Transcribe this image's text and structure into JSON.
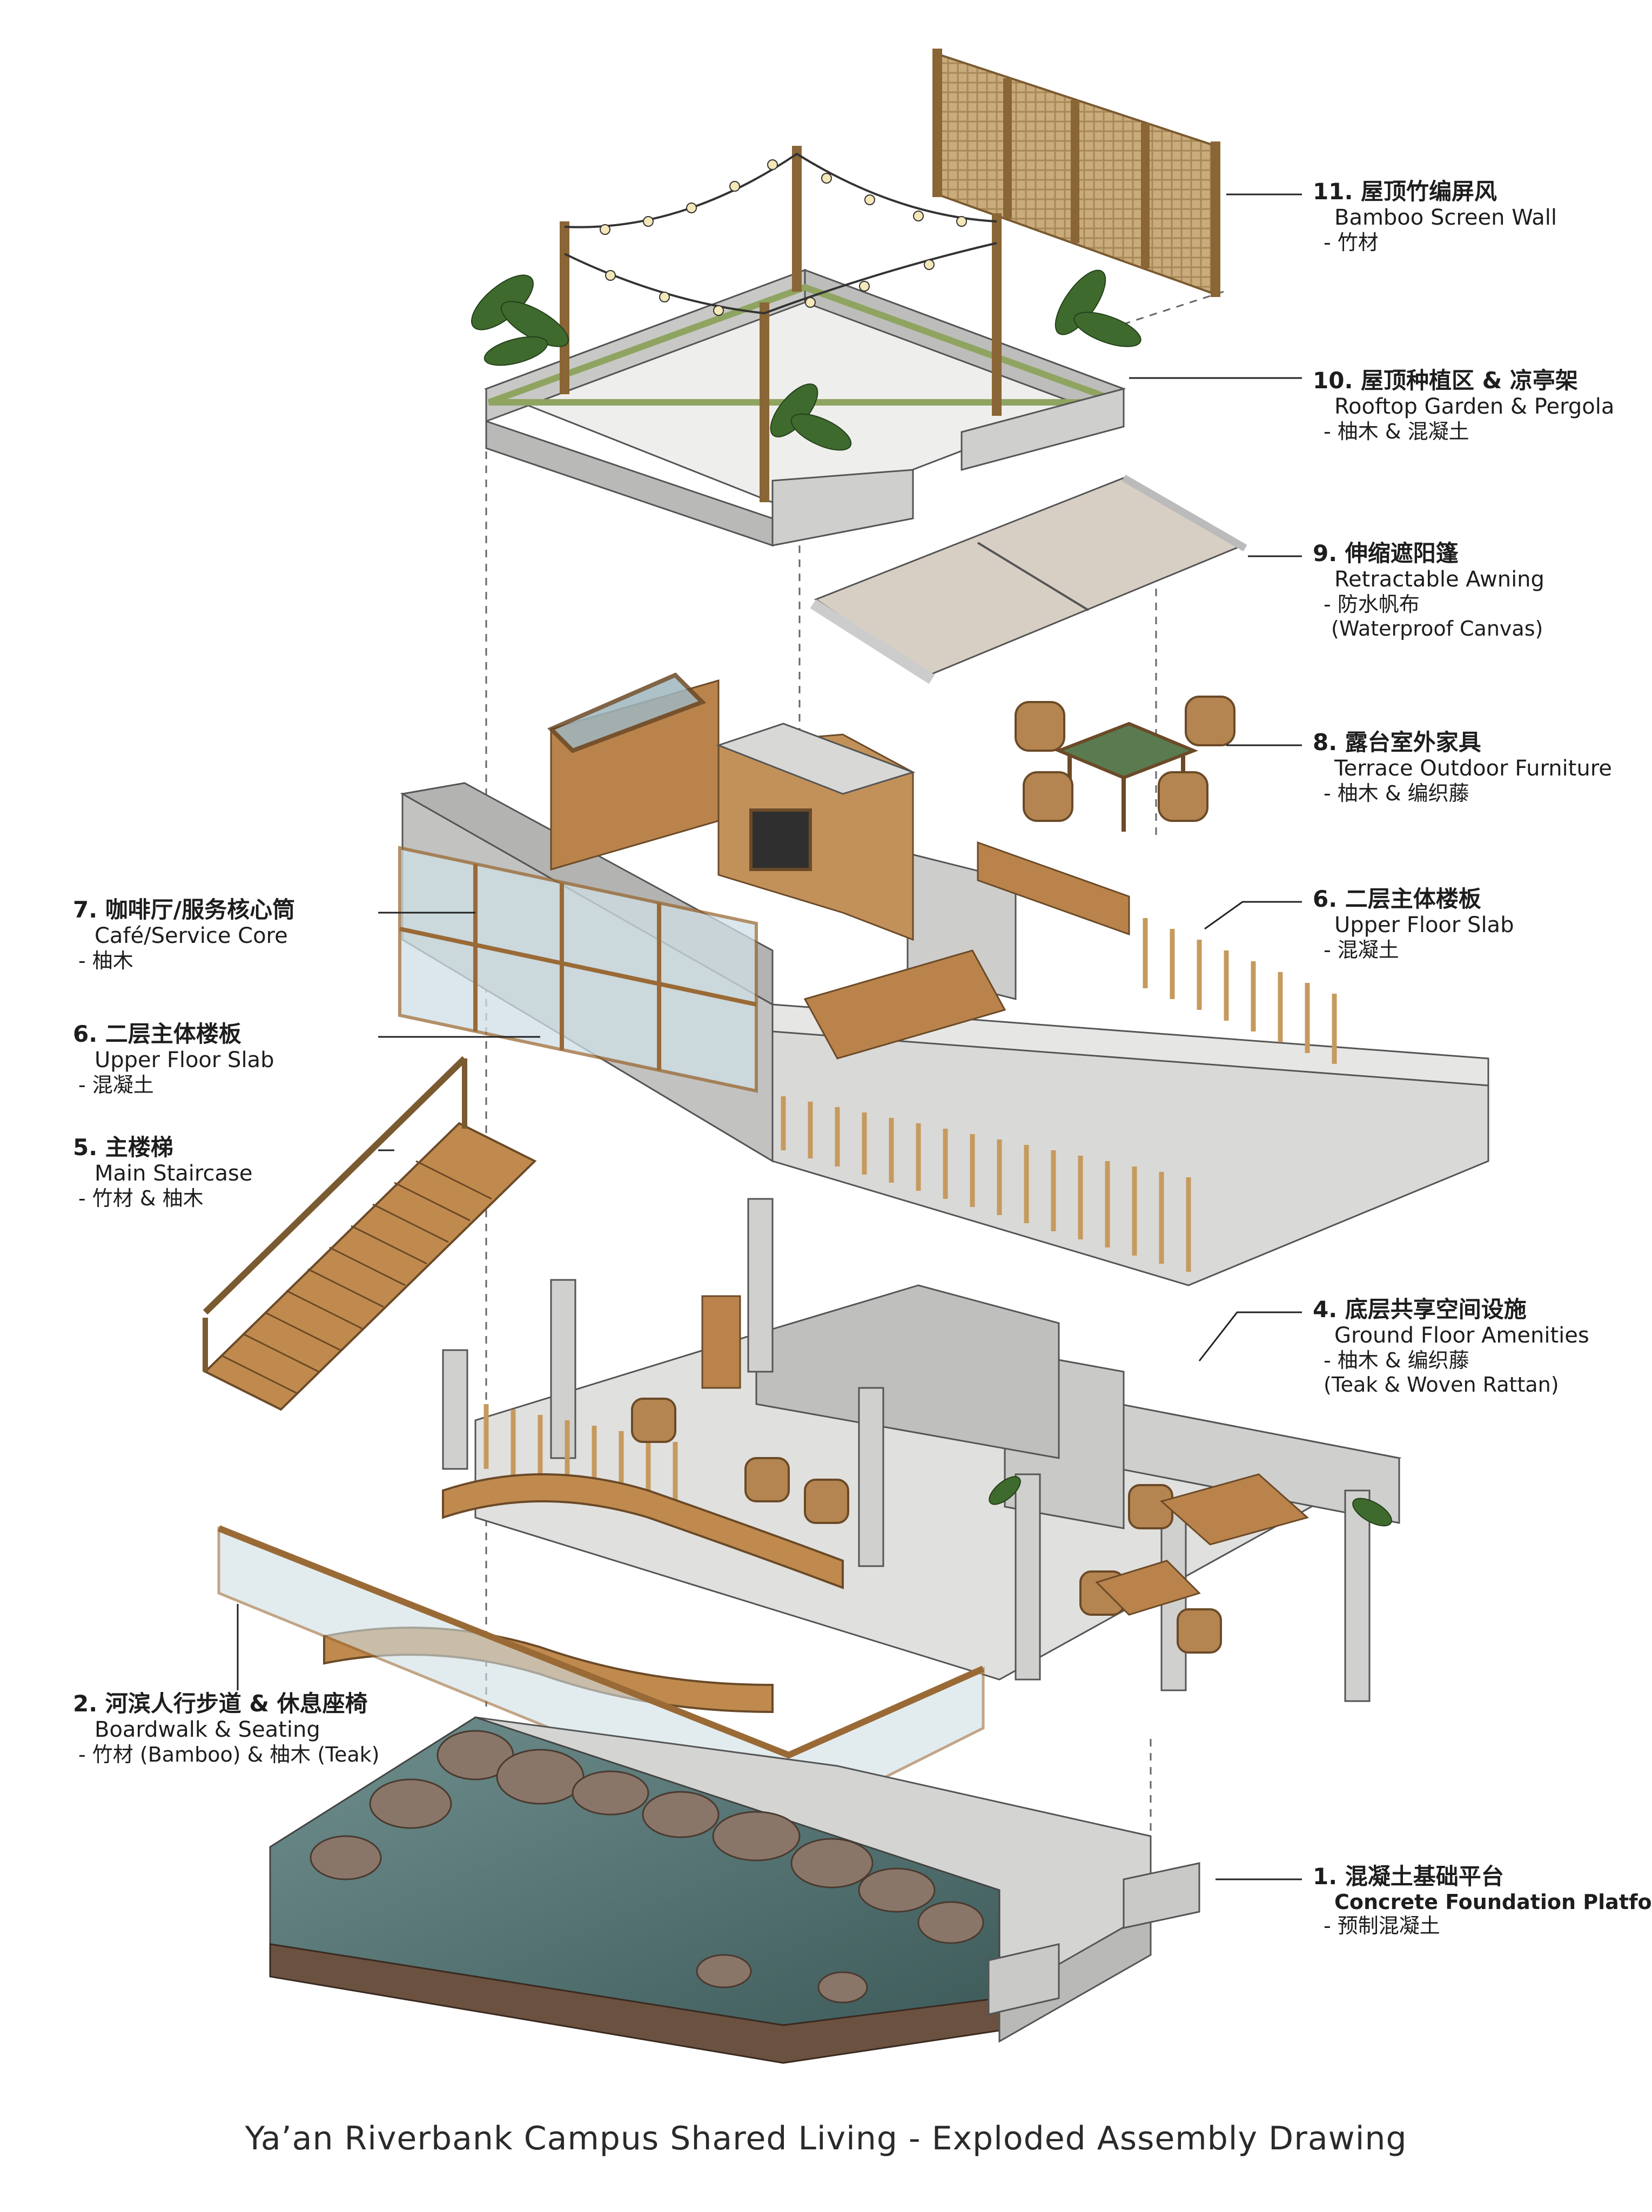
{
  "caption": "Ya’an Riverbank Campus Shared Living - Exploded Assembly Drawing",
  "labels": {
    "l11": {
      "zh": "11. 屋顶竹编屏风",
      "en": "Bamboo Screen Wall",
      "mat": "- 竹材"
    },
    "l10": {
      "zh": "10. 屋顶种植区 & 凉亭架",
      "en": "Rooftop Garden & Pergola",
      "mat": "- 柚木 & 混凝土"
    },
    "l9": {
      "zh": "9. 伸缩遮阳篷",
      "en": "Retractable Awning",
      "mat": "- 防水帆布",
      "mat2": "(Waterproof Canvas)"
    },
    "l8": {
      "zh": "8. 露台室外家具",
      "en": "Terrace Outdoor Furniture",
      "mat": "- 柚木 & 编织藤"
    },
    "l6r": {
      "zh": "6. 二层主体楼板",
      "en": "Upper Floor Slab",
      "mat": "- 混凝土"
    },
    "l7": {
      "zh": "7. 咖啡厅/服务核心筒",
      "en": "Café/Service Core",
      "mat": "- 柚木"
    },
    "l6l": {
      "zh": "6. 二层主体楼板",
      "en": "Upper Floor Slab",
      "mat": "- 混凝土"
    },
    "l5": {
      "zh": "5. 主楼梯",
      "en": "Main Staircase",
      "mat": "- 竹材 & 柚木"
    },
    "l4": {
      "zh": "4. 底层共享空间设施",
      "en": "Ground Floor Amenities",
      "mat": "- 柚木 & 编织藤",
      "mat2": "(Teak & Woven Rattan)"
    },
    "l2": {
      "zh": "2. 河滨人行步道 & 休息座椅",
      "en": "Boardwalk & Seating",
      "mat": "- 竹材 (Bamboo) & 柚木 (Teak)"
    },
    "l1": {
      "zh": "1. 混凝土基础平台",
      "en": "Concrete Foundation Platform)",
      "mat": "- 预制混凝土"
    }
  }
}
